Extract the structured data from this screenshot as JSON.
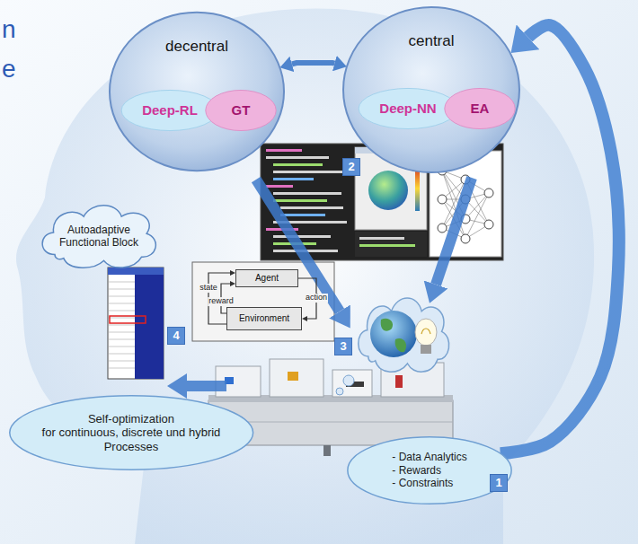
{
  "diagram": {
    "nodes": [
      {
        "text": [
          "decentral"
        ]
      },
      {
        "text": [
          "Deep-RL"
        ],
        "in": 0
      },
      {
        "text": [
          "GT"
        ],
        "in": 0
      },
      {
        "text": [
          "central"
        ]
      },
      {
        "text": [
          "Deep-NN"
        ],
        "in": 3
      },
      {
        "text": [
          "EA"
        ],
        "in": 3
      },
      {
        "text": [
          "Agent"
        ]
      },
      {
        "text": [
          "Environment"
        ]
      },
      {
        "text": [
          "Autoadaptive Functional Block"
        ]
      },
      {
        "text": [
          "Self-optimization",
          "for continuous, discrete und hybrid Processes"
        ]
      },
      {
        "text": [
          "- Data Analytics",
          "- Rewards",
          "- Constraints"
        ]
      }
    ],
    "edges": [
      {
        "from": 0,
        "to": 3,
        "arrow": "both"
      },
      {
        "from": 6,
        "to": 7,
        "label": "action",
        "arrow": "to"
      },
      {
        "from": 7,
        "to": 6,
        "label": "reward",
        "arrow": "to"
      },
      {
        "from": 7,
        "to": 6,
        "label": "state",
        "arrow": "to"
      },
      {
        "from": 10,
        "to": 3,
        "arrow": "to"
      }
    ],
    "labels": [
      "n",
      "e",
      "2",
      "3",
      "4",
      "1"
    ]
  }
}
